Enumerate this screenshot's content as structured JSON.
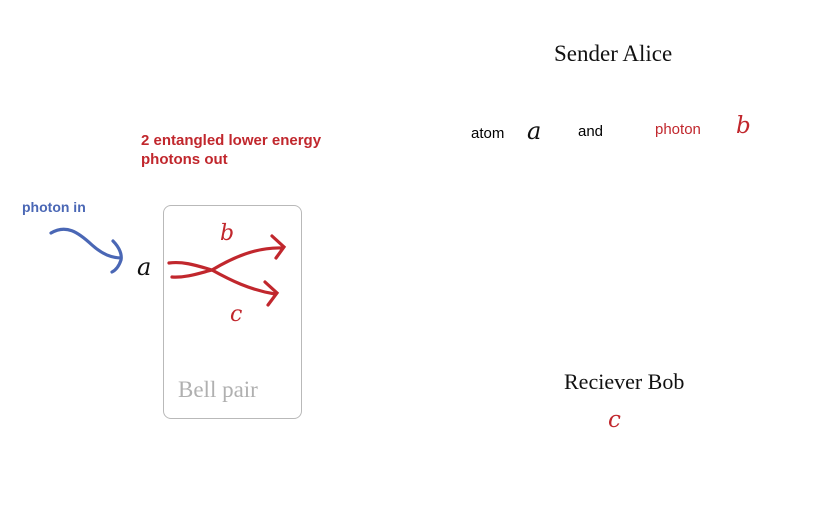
{
  "diagram": {
    "left": {
      "output_label": "2 entangled lower energy",
      "output_label_line2": "photons out",
      "input_label": "photon in",
      "atom_symbol": "a",
      "photon_b_symbol": "b",
      "photon_c_symbol": "c",
      "box_label": "Bell pair"
    },
    "sender": {
      "title": "Sender Alice",
      "atom_word": "atom",
      "atom_symbol": "a",
      "and_word": "and",
      "photon_word": "photon",
      "photon_symbol": "b"
    },
    "receiver": {
      "title": "Reciever Bob",
      "photon_symbol": "c"
    },
    "colors": {
      "red": "#c1272d",
      "blue": "#4a67b5",
      "box_border": "#b9b9b9",
      "box_label": "#b0b0b0"
    }
  }
}
